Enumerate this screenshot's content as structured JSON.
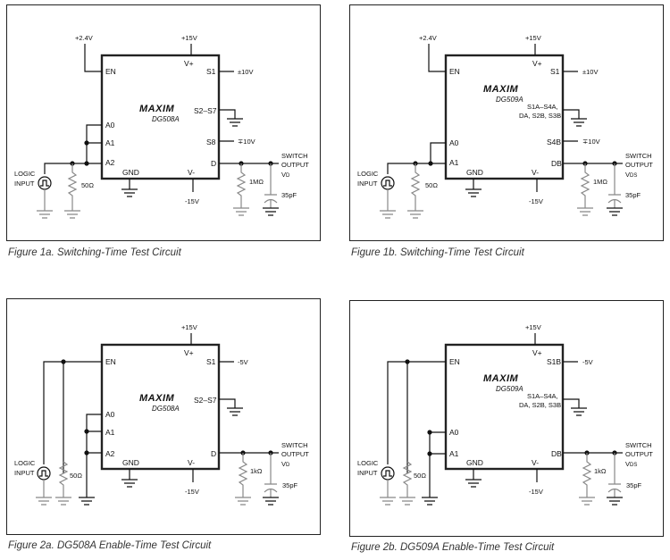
{
  "figures": [
    {
      "id": "1a",
      "caption": "Figure 1a. Switching-Time Test Circuit",
      "logo": "MAXIM",
      "part": "DG508A",
      "supply_pos": "+15V",
      "supply_neg": "-15V",
      "enable_voltage": "+2.4V",
      "pins": {
        "en": "EN",
        "vplus": "V+",
        "vminus": "V-",
        "gnd": "GND",
        "s1": "S1",
        "s_mid": "S2–S7",
        "s_last": "S8",
        "out": "D",
        "a0": "A0",
        "a1": "A1",
        "a2": "A2"
      },
      "s1_voltage": "±10V",
      "s_last_voltage": "∓10V",
      "logic_input": [
        "LOGIC",
        "INPUT"
      ],
      "input_resistor": "50Ω",
      "load_resistor": "1MΩ",
      "load_capacitor": "35pF",
      "output_label": [
        "SWITCH",
        "OUTPUT"
      ],
      "output_node": "V",
      "output_node_sub": "D"
    },
    {
      "id": "1b",
      "caption": "Figure 1b. Switching-Time Test Circuit",
      "logo": "MAXIM",
      "part": "DG509A",
      "supply_pos": "+15V",
      "supply_neg": "-15V",
      "enable_voltage": "+2.4V",
      "pins": {
        "en": "EN",
        "vplus": "V+",
        "vminus": "V-",
        "gnd": "GND",
        "s1": "S1",
        "s_mid_1": "S1A–S4A,",
        "s_mid_2": "DA, S2B, S3B",
        "s_last": "S4B",
        "out": "DB",
        "a0": "A0",
        "a1": "A1"
      },
      "s1_voltage": "±10V",
      "s_last_voltage": "∓10V",
      "logic_input": [
        "LOGIC",
        "INPUT"
      ],
      "input_resistor": "50Ω",
      "load_resistor": "1MΩ",
      "load_capacitor": "35pF",
      "output_label": [
        "SWITCH",
        "OUTPUT"
      ],
      "output_node": "V",
      "output_node_sub": "DS"
    },
    {
      "id": "2a",
      "caption": "Figure 2a. DG508A Enable-Time Test Circuit",
      "logo": "MAXIM",
      "part": "DG508A",
      "supply_pos": "+15V",
      "supply_neg": "-15V",
      "pins": {
        "en": "EN",
        "vplus": "V+",
        "vminus": "V-",
        "gnd": "GND",
        "s1": "S1",
        "s_mid": "S2–S7",
        "out": "D",
        "a0": "A0",
        "a1": "A1",
        "a2": "A2"
      },
      "s1_voltage": "-5V",
      "logic_input": [
        "LOGIC",
        "INPUT"
      ],
      "input_resistor": "50Ω",
      "load_resistor": "1kΩ",
      "load_capacitor": "35pF",
      "output_label": [
        "SWITCH",
        "OUTPUT"
      ],
      "output_node": "V",
      "output_node_sub": "D"
    },
    {
      "id": "2b",
      "caption": "Figure 2b. DG509A Enable-Time Test Circuit",
      "logo": "MAXIM",
      "part": "DG509A",
      "supply_pos": "+15V",
      "supply_neg": "-15V",
      "pins": {
        "en": "EN",
        "vplus": "V+",
        "vminus": "V-",
        "gnd": "GND",
        "s1": "S1B",
        "s_mid_1": "S1A–S4A,",
        "s_mid_2": "DA, S2B, S3B",
        "out": "DB",
        "a0": "A0",
        "a1": "A1"
      },
      "s1_voltage": "-5V",
      "logic_input": [
        "LOGIC",
        "INPUT"
      ],
      "input_resistor": "50Ω",
      "load_resistor": "1kΩ",
      "load_capacitor": "35pF",
      "output_label": [
        "SWITCH",
        "OUTPUT"
      ],
      "output_node": "V",
      "output_node_sub": "DS"
    }
  ]
}
